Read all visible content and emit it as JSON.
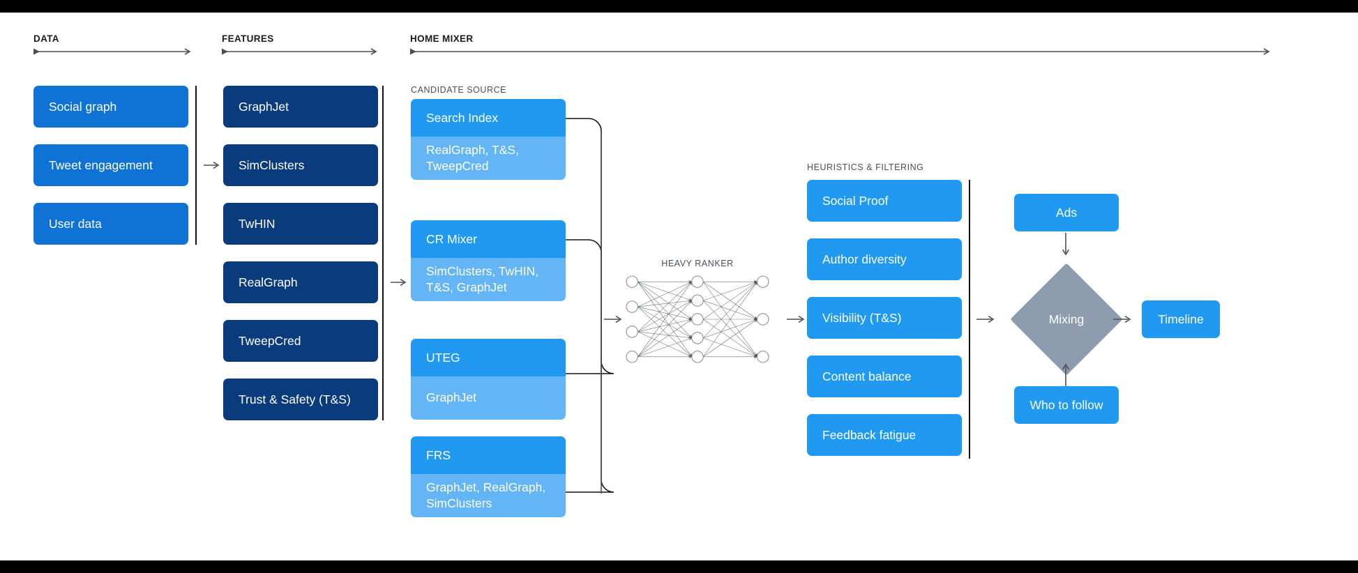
{
  "sections": {
    "data": {
      "label": "DATA"
    },
    "features": {
      "label": "FEATURES"
    },
    "home_mixer": {
      "label": "HOME MIXER"
    }
  },
  "sub_labels": {
    "candidate_source": "CANDIDATE SOURCE",
    "heavy_ranker": "HEAVY RANKER",
    "heuristics": "HEURISTICS & FILTERING"
  },
  "data_boxes": [
    {
      "label": "Social graph"
    },
    {
      "label": "Tweet engagement"
    },
    {
      "label": "User data"
    }
  ],
  "feature_boxes": [
    {
      "label": "GraphJet"
    },
    {
      "label": "SimClusters"
    },
    {
      "label": "TwHIN"
    },
    {
      "label": "RealGraph"
    },
    {
      "label": "TweepCred"
    },
    {
      "label": "Trust & Safety (T&S)"
    }
  ],
  "candidate_sources": [
    {
      "title": "Search Index",
      "features": "RealGraph, T&S,\nTweepCred"
    },
    {
      "title": "CR Mixer",
      "features": "SimClusters, TwHIN,\nT&S, GraphJet"
    },
    {
      "title": "UTEG",
      "features": "GraphJet"
    },
    {
      "title": "FRS",
      "features": "GraphJet, RealGraph,\nSimClusters"
    }
  ],
  "heuristics_boxes": [
    {
      "label": "Social Proof"
    },
    {
      "label": "Author diversity"
    },
    {
      "label": "Visibility (T&S)"
    },
    {
      "label": "Content balance"
    },
    {
      "label": "Feedback fatigue"
    }
  ],
  "mixing": {
    "label": "Mixing",
    "ads_label": "Ads",
    "who_to_follow_label": "Who to follow",
    "timeline_label": "Timeline"
  },
  "ranker": {
    "layers": [
      4,
      5,
      3
    ]
  },
  "colors": {
    "data_blue": "#0f73d6",
    "feature_navy": "#0a3c7d",
    "accent_blue": "#1f9af0",
    "light_blue": "#64b5f6",
    "diamond_gray": "#8d9cae",
    "rule_black": "#111111",
    "arrow_gray": "#4a4f55",
    "sub_label_gray": "#46505c",
    "background": "#ffffff",
    "letterbox": "#000000"
  }
}
